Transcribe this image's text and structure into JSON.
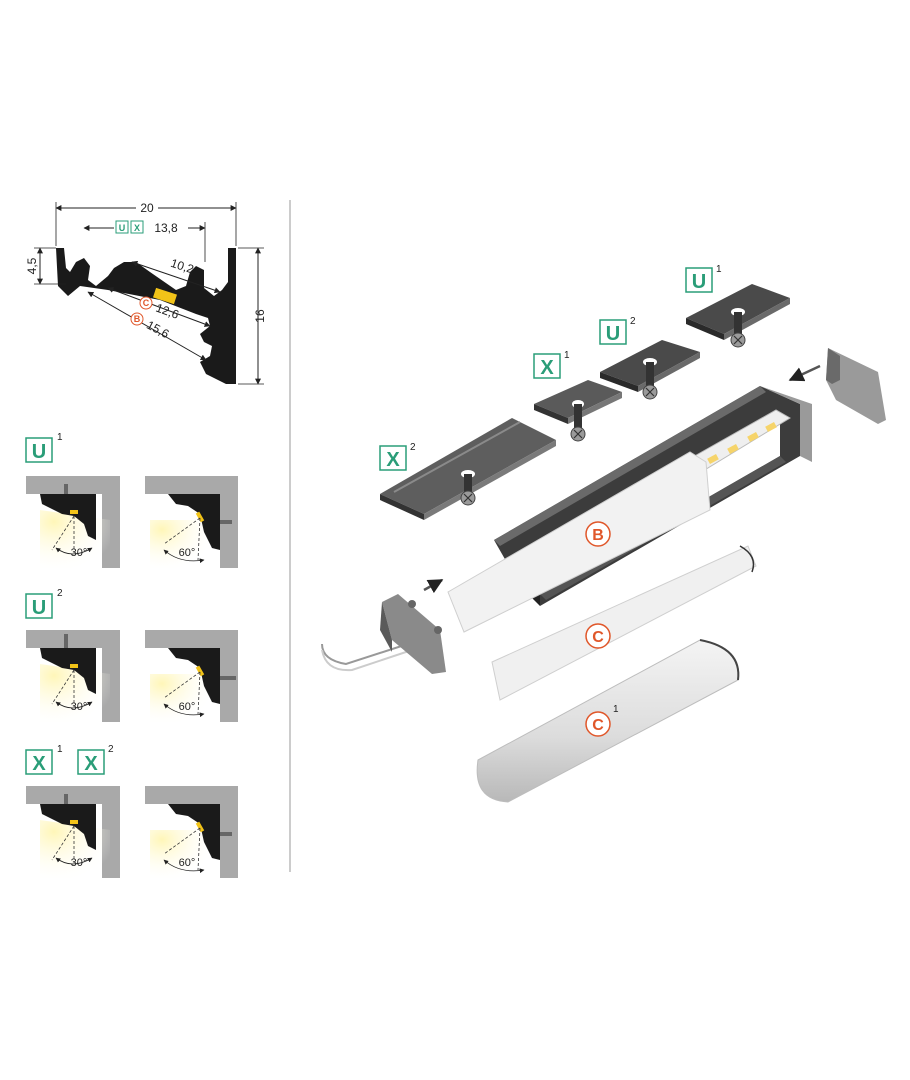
{
  "colors": {
    "teal": "#2a9d78",
    "orange": "#e0572a",
    "profile": "#1a1a1a",
    "wall": "#a9a9a9",
    "led": "#f2c318",
    "light": "#fff3b0"
  },
  "dimensions": {
    "width_total": "20",
    "inner_width": "13,8",
    "inner_tag_u": "U",
    "inner_tag_x": "X",
    "lens_width": "10,2",
    "depth": "4,5",
    "height": "16",
    "cover_c_tag": "C",
    "cover_c": "12,6",
    "cover_b_tag": "B",
    "cover_b": "15,6"
  },
  "mounting": [
    {
      "tag": "U",
      "sup": "1",
      "angle_a": "30°",
      "angle_b": "60°"
    },
    {
      "tag": "U",
      "sup": "2",
      "angle_a": "30°",
      "angle_b": "60°"
    },
    {
      "tag": "X",
      "sup": "1",
      "tag2": "X",
      "sup2": "2",
      "angle_a": "30°",
      "angle_b": "60°"
    }
  ],
  "exploded": {
    "clip_u1": {
      "tag": "U",
      "sup": "1"
    },
    "clip_u2": {
      "tag": "U",
      "sup": "2"
    },
    "clip_x1": {
      "tag": "X",
      "sup": "1"
    },
    "clip_x2": {
      "tag": "X",
      "sup": "2"
    },
    "cover_b": {
      "tag": "B"
    },
    "cover_c": {
      "tag": "C"
    },
    "cover_c1": {
      "tag": "C",
      "sup": "1"
    }
  }
}
